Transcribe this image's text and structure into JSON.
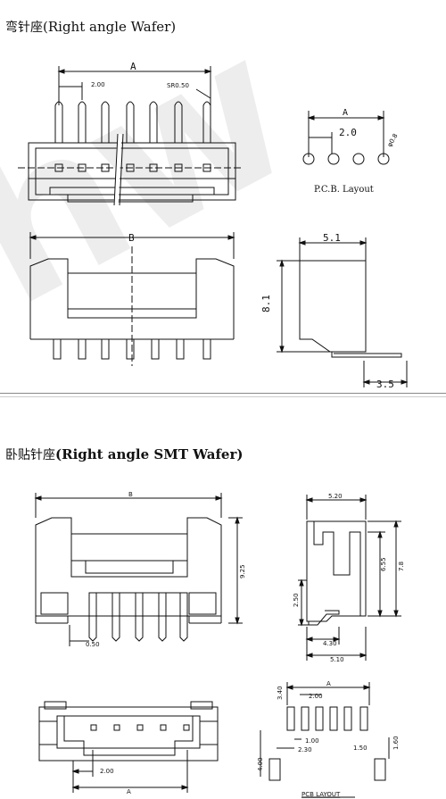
{
  "section1": {
    "title_cn": "弯针座",
    "title_en": "(Right angle Wafer)",
    "dims": {
      "A": "A",
      "B": "B",
      "pitch": "2.00",
      "sr": "SR0.50",
      "pcb_A": "A",
      "pcb_pitch": "2.0",
      "hole": "φ0.8",
      "side_w": "5.1",
      "side_h": "8.1",
      "side_tail": "3.5"
    },
    "pcb_caption": "P.C.B. Layout"
  },
  "section2": {
    "title_cn": "卧贴针座",
    "title_en": "(Right angle SMT Wafer)",
    "dims": {
      "B": "B",
      "h925": "9.25",
      "p050": "0.50",
      "w520": "5.20",
      "h655": "6.55",
      "h78": "7.8",
      "h250": "2.50",
      "w430": "4.30",
      "w510": "5.10",
      "bottom_pitch": "2.00",
      "bottom_A": "A",
      "pcb_A": "A",
      "pcb_340": "3.40",
      "pcb_200": "2.00",
      "pcb_100": "1.00",
      "pcb_230": "2.30",
      "pcb_400": "4.00",
      "pcb_150": "1.50",
      "pcb_160": "1.60"
    },
    "pcb_caption": "PCB LAYOUT"
  },
  "watermark": "hw"
}
